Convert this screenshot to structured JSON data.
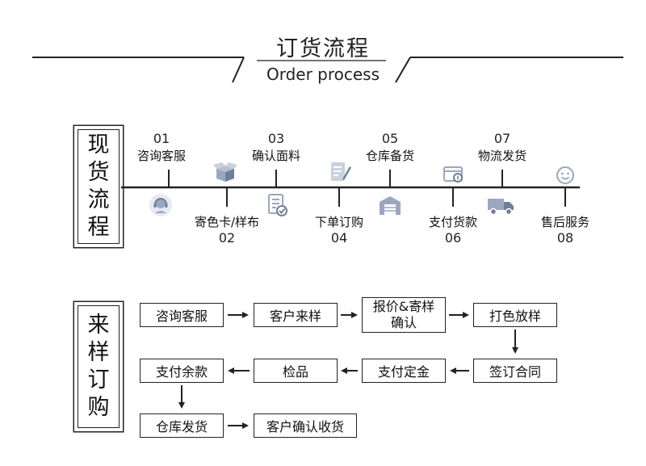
{
  "header": {
    "title": "订货流程",
    "subtitle": "Order process"
  },
  "section1": {
    "label_chars": [
      "现",
      "货",
      "流",
      "程"
    ],
    "steps": [
      {
        "num": "01",
        "label": "咨询客服",
        "icon": "headset-icon"
      },
      {
        "num": "02",
        "label": "寄色卡/样布",
        "icon": "open-box-icon"
      },
      {
        "num": "03",
        "label": "确认面料",
        "icon": "checklist-icon"
      },
      {
        "num": "04",
        "label": "下单订购",
        "icon": "edit-document-icon"
      },
      {
        "num": "05",
        "label": "仓库备货",
        "icon": "warehouse-icon"
      },
      {
        "num": "06",
        "label": "支付货款",
        "icon": "payment-icon"
      },
      {
        "num": "07",
        "label": "物流发货",
        "icon": "truck-icon"
      },
      {
        "num": "08",
        "label": "售后服务",
        "icon": "smiley-icon"
      }
    ]
  },
  "section2": {
    "label_chars": [
      "来",
      "样",
      "订",
      "购"
    ],
    "boxes": [
      {
        "text": "咨询客服"
      },
      {
        "text": "客户来样"
      },
      {
        "line1": "报价&寄样",
        "line2": "确认"
      },
      {
        "text": "打色放样"
      },
      {
        "text": "签订合同"
      },
      {
        "text": "支付定金"
      },
      {
        "text": "检品"
      },
      {
        "text": "支付余款"
      },
      {
        "text": "仓库发货"
      },
      {
        "text": "客户确认收货"
      }
    ]
  },
  "colors": {
    "line": "#222222",
    "icon": "#9aa8bf",
    "icon_dark": "#6f7f99"
  }
}
